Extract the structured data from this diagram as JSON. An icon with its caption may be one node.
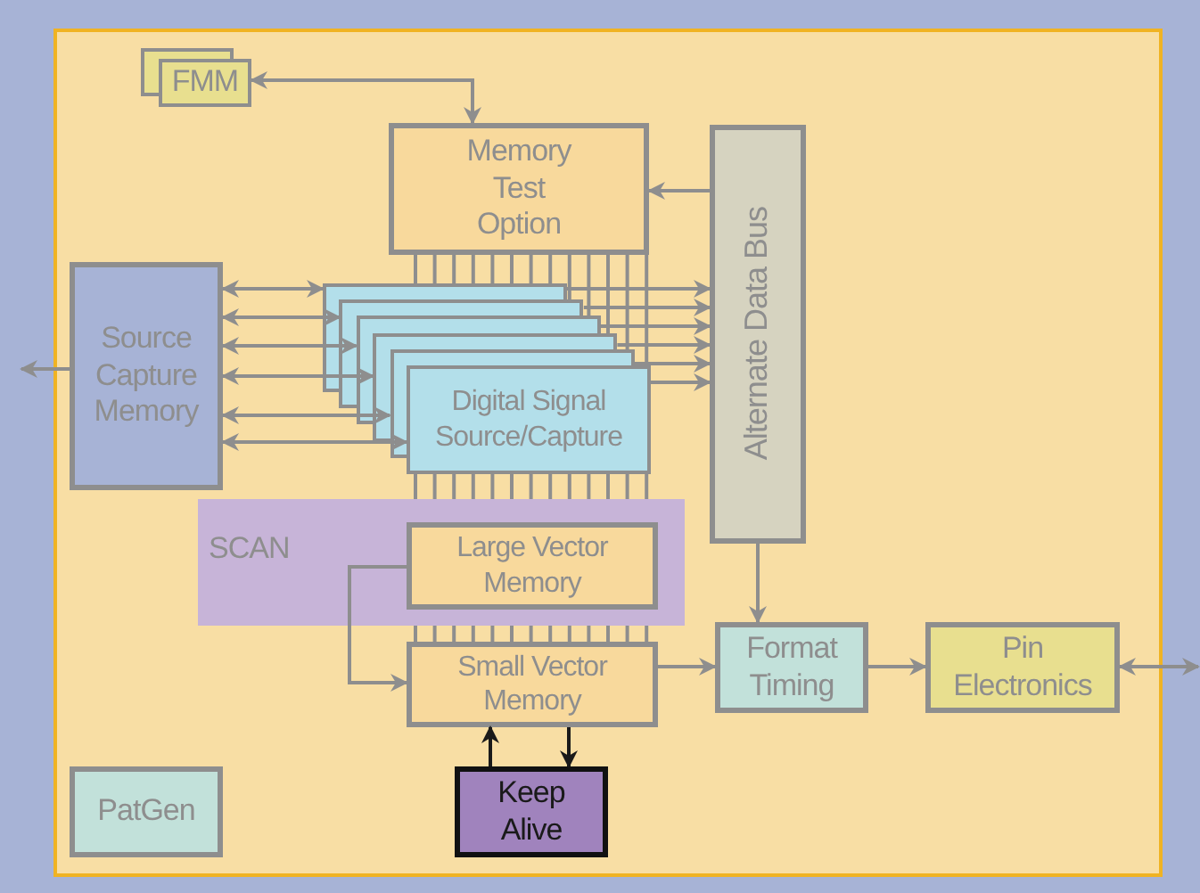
{
  "diagram": {
    "nodes": [
      {
        "text": [
          "FMM"
        ]
      },
      {
        "text": [
          "Memory Test Option"
        ]
      },
      {
        "text": [
          "Alternate Data Bus"
        ]
      },
      {
        "text": [
          "Source Capture Memory"
        ]
      },
      {
        "text": [
          "Digital Signal Source/Capture"
        ]
      },
      {
        "text": [
          "SCAN"
        ]
      },
      {
        "text": [
          "Large Vector Memory"
        ],
        "in": 5
      },
      {
        "text": [
          "Small Vector Memory"
        ]
      },
      {
        "text": [
          "Format Timing"
        ]
      },
      {
        "text": [
          "Pin Electronics"
        ]
      },
      {
        "text": [
          "Keep Alive"
        ]
      },
      {
        "text": [
          "PatGen"
        ]
      }
    ],
    "edges": [
      {
        "from": 0,
        "to": 1,
        "arrow": "both"
      },
      {
        "from": 2,
        "to": 1,
        "arrow": "to"
      },
      {
        "from": 3,
        "to": null,
        "arrow": "to"
      },
      {
        "from": 3,
        "to": 4,
        "arrow": "both"
      },
      {
        "from": 3,
        "to": 4,
        "arrow": "both"
      },
      {
        "from": 3,
        "to": 4,
        "arrow": "both"
      },
      {
        "from": 3,
        "to": 4,
        "arrow": "both"
      },
      {
        "from": 3,
        "to": 4,
        "arrow": "both"
      },
      {
        "from": 3,
        "to": 4,
        "arrow": "both"
      },
      {
        "from": 4,
        "to": 2,
        "arrow": "to"
      },
      {
        "from": 4,
        "to": 2,
        "arrow": "to"
      },
      {
        "from": 4,
        "to": 2,
        "arrow": "to"
      },
      {
        "from": 4,
        "to": 2,
        "arrow": "to"
      },
      {
        "from": 4,
        "to": 2,
        "arrow": "to"
      },
      {
        "from": 4,
        "to": 2,
        "arrow": "to"
      },
      {
        "from": 1,
        "to": 4,
        "arrow": "none"
      },
      {
        "from": 1,
        "to": 4,
        "arrow": "none"
      },
      {
        "from": 1,
        "to": 4,
        "arrow": "none"
      },
      {
        "from": 1,
        "to": 4,
        "arrow": "none"
      },
      {
        "from": 1,
        "to": 4,
        "arrow": "none"
      },
      {
        "from": 1,
        "to": 4,
        "arrow": "none"
      },
      {
        "from": 1,
        "to": 4,
        "arrow": "none"
      },
      {
        "from": 1,
        "to": 4,
        "arrow": "none"
      },
      {
        "from": 1,
        "to": 4,
        "arrow": "none"
      },
      {
        "from": 1,
        "to": 4,
        "arrow": "none"
      },
      {
        "from": 1,
        "to": 4,
        "arrow": "none"
      },
      {
        "from": 1,
        "to": 4,
        "arrow": "none"
      },
      {
        "from": 1,
        "to": 4,
        "arrow": "none"
      },
      {
        "from": 4,
        "to": 6,
        "arrow": "none"
      },
      {
        "from": 4,
        "to": 6,
        "arrow": "none"
      },
      {
        "from": 4,
        "to": 6,
        "arrow": "none"
      },
      {
        "from": 4,
        "to": 6,
        "arrow": "none"
      },
      {
        "from": 4,
        "to": 6,
        "arrow": "none"
      },
      {
        "from": 4,
        "to": 6,
        "arrow": "none"
      },
      {
        "from": 4,
        "to": 6,
        "arrow": "none"
      },
      {
        "from": 4,
        "to": 6,
        "arrow": "none"
      },
      {
        "from": 4,
        "to": 6,
        "arrow": "none"
      },
      {
        "from": 4,
        "to": 6,
        "arrow": "none"
      },
      {
        "from": 4,
        "to": 6,
        "arrow": "none"
      },
      {
        "from": 4,
        "to": 6,
        "arrow": "none"
      },
      {
        "from": 4,
        "to": 6,
        "arrow": "none"
      },
      {
        "from": 6,
        "to": 7,
        "arrow": "none"
      },
      {
        "from": 6,
        "to": 7,
        "arrow": "none"
      },
      {
        "from": 6,
        "to": 7,
        "arrow": "none"
      },
      {
        "from": 6,
        "to": 7,
        "arrow": "none"
      },
      {
        "from": 6,
        "to": 7,
        "arrow": "none"
      },
      {
        "from": 6,
        "to": 7,
        "arrow": "none"
      },
      {
        "from": 6,
        "to": 7,
        "arrow": "none"
      },
      {
        "from": 6,
        "to": 7,
        "arrow": "none"
      },
      {
        "from": 6,
        "to": 7,
        "arrow": "none"
      },
      {
        "from": 6,
        "to": 7,
        "arrow": "none"
      },
      {
        "from": 6,
        "to": 7,
        "arrow": "none"
      },
      {
        "from": 6,
        "to": 7,
        "arrow": "none"
      },
      {
        "from": 6,
        "to": 7,
        "arrow": "none"
      },
      {
        "from": 6,
        "to": 7,
        "arrow": "to"
      },
      {
        "from": 7,
        "to": 8,
        "arrow": "to"
      },
      {
        "from": 2,
        "to": 8,
        "arrow": "to"
      },
      {
        "from": 8,
        "to": 9,
        "arrow": "to"
      },
      {
        "from": 9,
        "to": null,
        "arrow": "both"
      },
      {
        "from": 10,
        "to": 7,
        "arrow": "to",
        "color": "#1a1a1a"
      },
      {
        "from": 7,
        "to": 10,
        "arrow": "to",
        "color": "#1a1a1a"
      }
    ]
  }
}
